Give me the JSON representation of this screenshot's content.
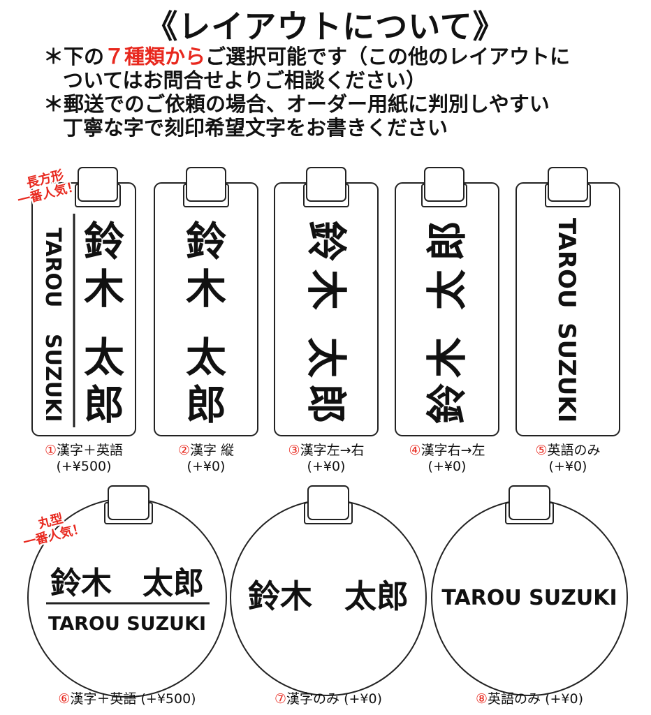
{
  "title": "《レイアウトについて》",
  "notes": [
    {
      "bullet": "＊",
      "pre": "下の",
      "highlight": "７種類から",
      "post": "ご選択可能です（この他のレイアウトに",
      "line2": "ついてはお問合せよりご相談ください）"
    },
    {
      "bullet": "＊",
      "line1": "郵送でのご依頼の場合、オーダー用紙に判別しやすい",
      "line2": "丁寧な字で刻印希望文字をお書きください"
    }
  ],
  "badges": {
    "rect": [
      "長方形",
      "一番人気！"
    ],
    "round": [
      "丸型",
      "一番人気！"
    ]
  },
  "tag_text": {
    "kanji_chars": [
      "鈴",
      "木",
      "太",
      "郎"
    ],
    "kanji_full": "鈴木　太郎",
    "english_full": "TAROU SUZUKI",
    "english_first": "TAROU",
    "english_last": "SUZUKI"
  },
  "layouts": [
    {
      "num": "①",
      "label": "漢字＋英語",
      "price": "(+¥500)"
    },
    {
      "num": "②",
      "label": "漢字 縦",
      "price": "(+¥0)"
    },
    {
      "num": "③",
      "label": "漢字左→右",
      "price": "(+¥0)"
    },
    {
      "num": "④",
      "label": "漢字右→左",
      "price": "(+¥0)"
    },
    {
      "num": "⑤",
      "label": "英語のみ",
      "price": "(+¥0)"
    },
    {
      "num": "⑥",
      "label": "漢字＋英語",
      "price": "(+¥500)"
    },
    {
      "num": "⑦",
      "label": "漢字のみ",
      "price": "(+¥0)"
    },
    {
      "num": "⑧",
      "label": "英語のみ",
      "price": "(+¥0)"
    }
  ],
  "colors": {
    "accent": "#e8281e",
    "ink": "#111111",
    "outline": "#222222"
  }
}
